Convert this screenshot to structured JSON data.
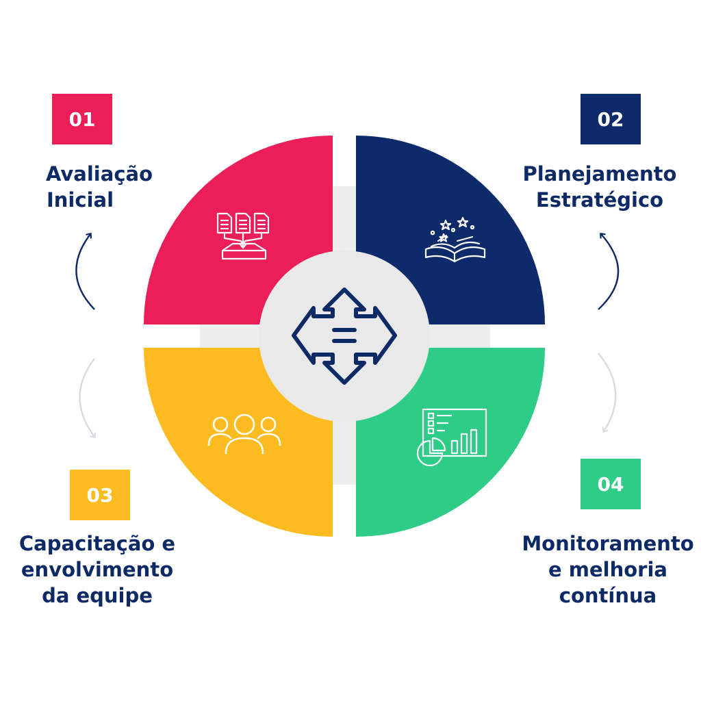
{
  "colors": {
    "step1": "#ec1e57",
    "step2": "#0d2a6b",
    "step3": "#fdbb22",
    "step4": "#2ecc87",
    "center": "#e9e9ea",
    "text": "#0d2a66"
  },
  "steps": [
    {
      "number": "01",
      "lines": [
        "Avaliação",
        "Inicial"
      ],
      "icon": "documents-inbox-icon"
    },
    {
      "number": "02",
      "lines": [
        "Planejamento",
        "Estratégico"
      ],
      "icon": "open-book-stars-icon"
    },
    {
      "number": "03",
      "lines": [
        "Capacitação e",
        "envolvimento",
        "da equipe"
      ],
      "icon": "team-people-icon"
    },
    {
      "number": "04",
      "lines": [
        "Monitoramento",
        "e melhoria",
        "contínua"
      ],
      "icon": "dashboard-chart-icon"
    }
  ],
  "center_icon": "four-way-arrows-equals-icon"
}
